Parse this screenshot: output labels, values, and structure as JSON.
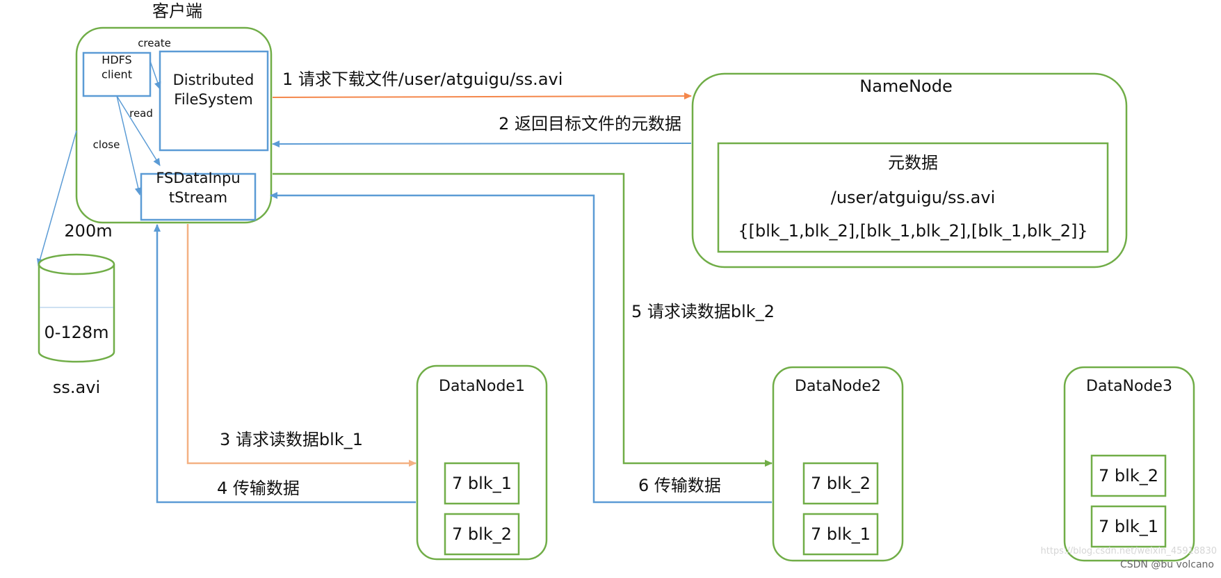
{
  "client": {
    "title": "客户端",
    "hdfs_client": "HDFS\nclient",
    "distributed_fs": "Distributed\nFileSystem",
    "fsdatainputstream": "FSDataInpu\ntStream",
    "create_label": "create",
    "read_label": "read",
    "close_label": "close",
    "size_label": "200m"
  },
  "file": {
    "range": "0-128m",
    "name": "ss.avi"
  },
  "namenode": {
    "title": "NameNode",
    "meta_title": "元数据",
    "meta_path": "/user/atguigu/ss.avi",
    "meta_blocks": "{[blk_1,blk_2],[blk_1,blk_2],[blk_1,blk_2]}"
  },
  "steps": [
    {
      "text": "1 请求下载文件/user/atguigu/ss.avi",
      "color": "#f4874b"
    },
    {
      "text": "2 返回目标文件的元数据",
      "color": "#5b9bd5"
    },
    {
      "text": "3 请求读数据blk_1",
      "color": "#f4b183"
    },
    {
      "text": "4 传输数据",
      "color": "#5b9bd5"
    },
    {
      "text": "5 请求读数据blk_2",
      "color": "#70ad47"
    },
    {
      "text": "6 传输数据",
      "color": "#5b9bd5"
    }
  ],
  "datanodes": [
    {
      "name": "DataNode1",
      "blocks": [
        "7 blk_1",
        "7 blk_2"
      ]
    },
    {
      "name": "DataNode2",
      "blocks": [
        "7 blk_2",
        "7 blk_1"
      ]
    },
    {
      "name": "DataNode3",
      "blocks": [
        "7 blk_2",
        "7 blk_1"
      ]
    }
  ],
  "watermark": {
    "faint": "https://blog.csdn.net/weixin_45918830",
    "credit": "CSDN @bu volcano"
  },
  "colors": {
    "green": "#70ad47",
    "blue": "#5b9bd5",
    "orange": "#f4874b",
    "light_orange": "#f4b183"
  }
}
